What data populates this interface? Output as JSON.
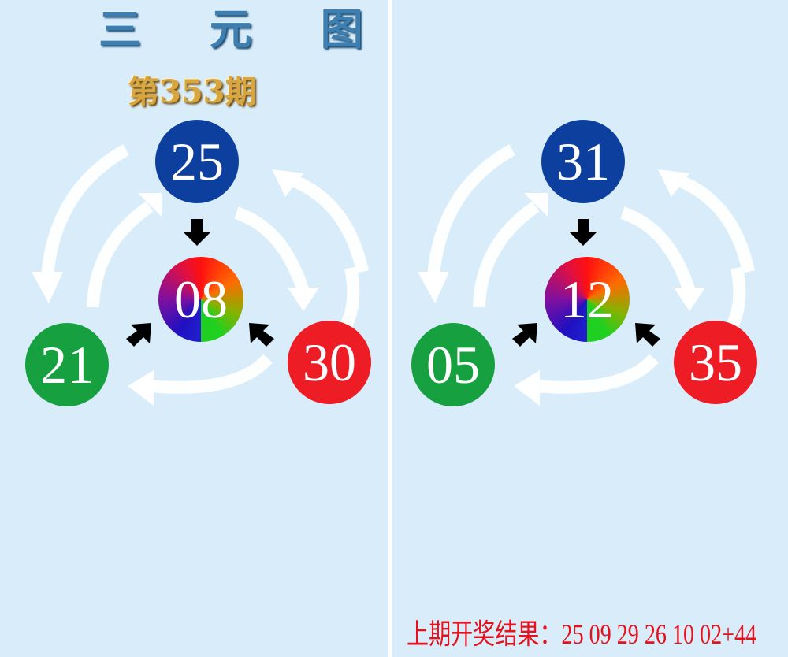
{
  "header": {
    "title": "三 元 图",
    "issue": "第353期"
  },
  "panels": [
    {
      "top": "25",
      "center": "08",
      "left": "21",
      "right": "30"
    },
    {
      "top": "31",
      "center": "12",
      "left": "05",
      "right": "35"
    }
  ],
  "footer": {
    "last_result": "上期开奖结果：25 09 29 26 10 02+44"
  },
  "colors": {
    "background": "#d8ecfa",
    "top_ball": "#0d3f9e",
    "left_ball": "#17a040",
    "right_ball": "#ee1c25",
    "result_text": "#e8101a"
  }
}
